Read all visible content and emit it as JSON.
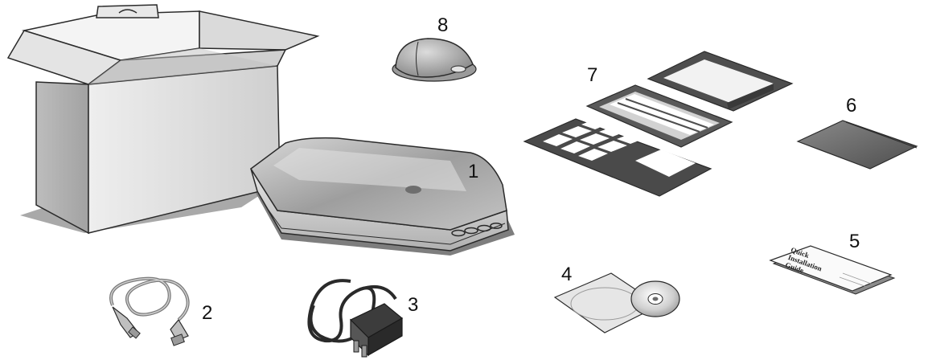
{
  "figure": {
    "callouts": [
      "1",
      "2",
      "3",
      "4",
      "5",
      "6",
      "7",
      "8"
    ],
    "guide_lines": [
      "Quick",
      "Installation",
      "Guide"
    ]
  },
  "colors": {
    "outline": "#2a2a2a",
    "box_light": "#e2e2e2",
    "box_mid": "#c9c9c9",
    "box_dark": "#9a9a9a",
    "shadow": "#a8a8a8",
    "film_holder": "#5a5a5a",
    "scanner_body": "#b8b8b8"
  }
}
